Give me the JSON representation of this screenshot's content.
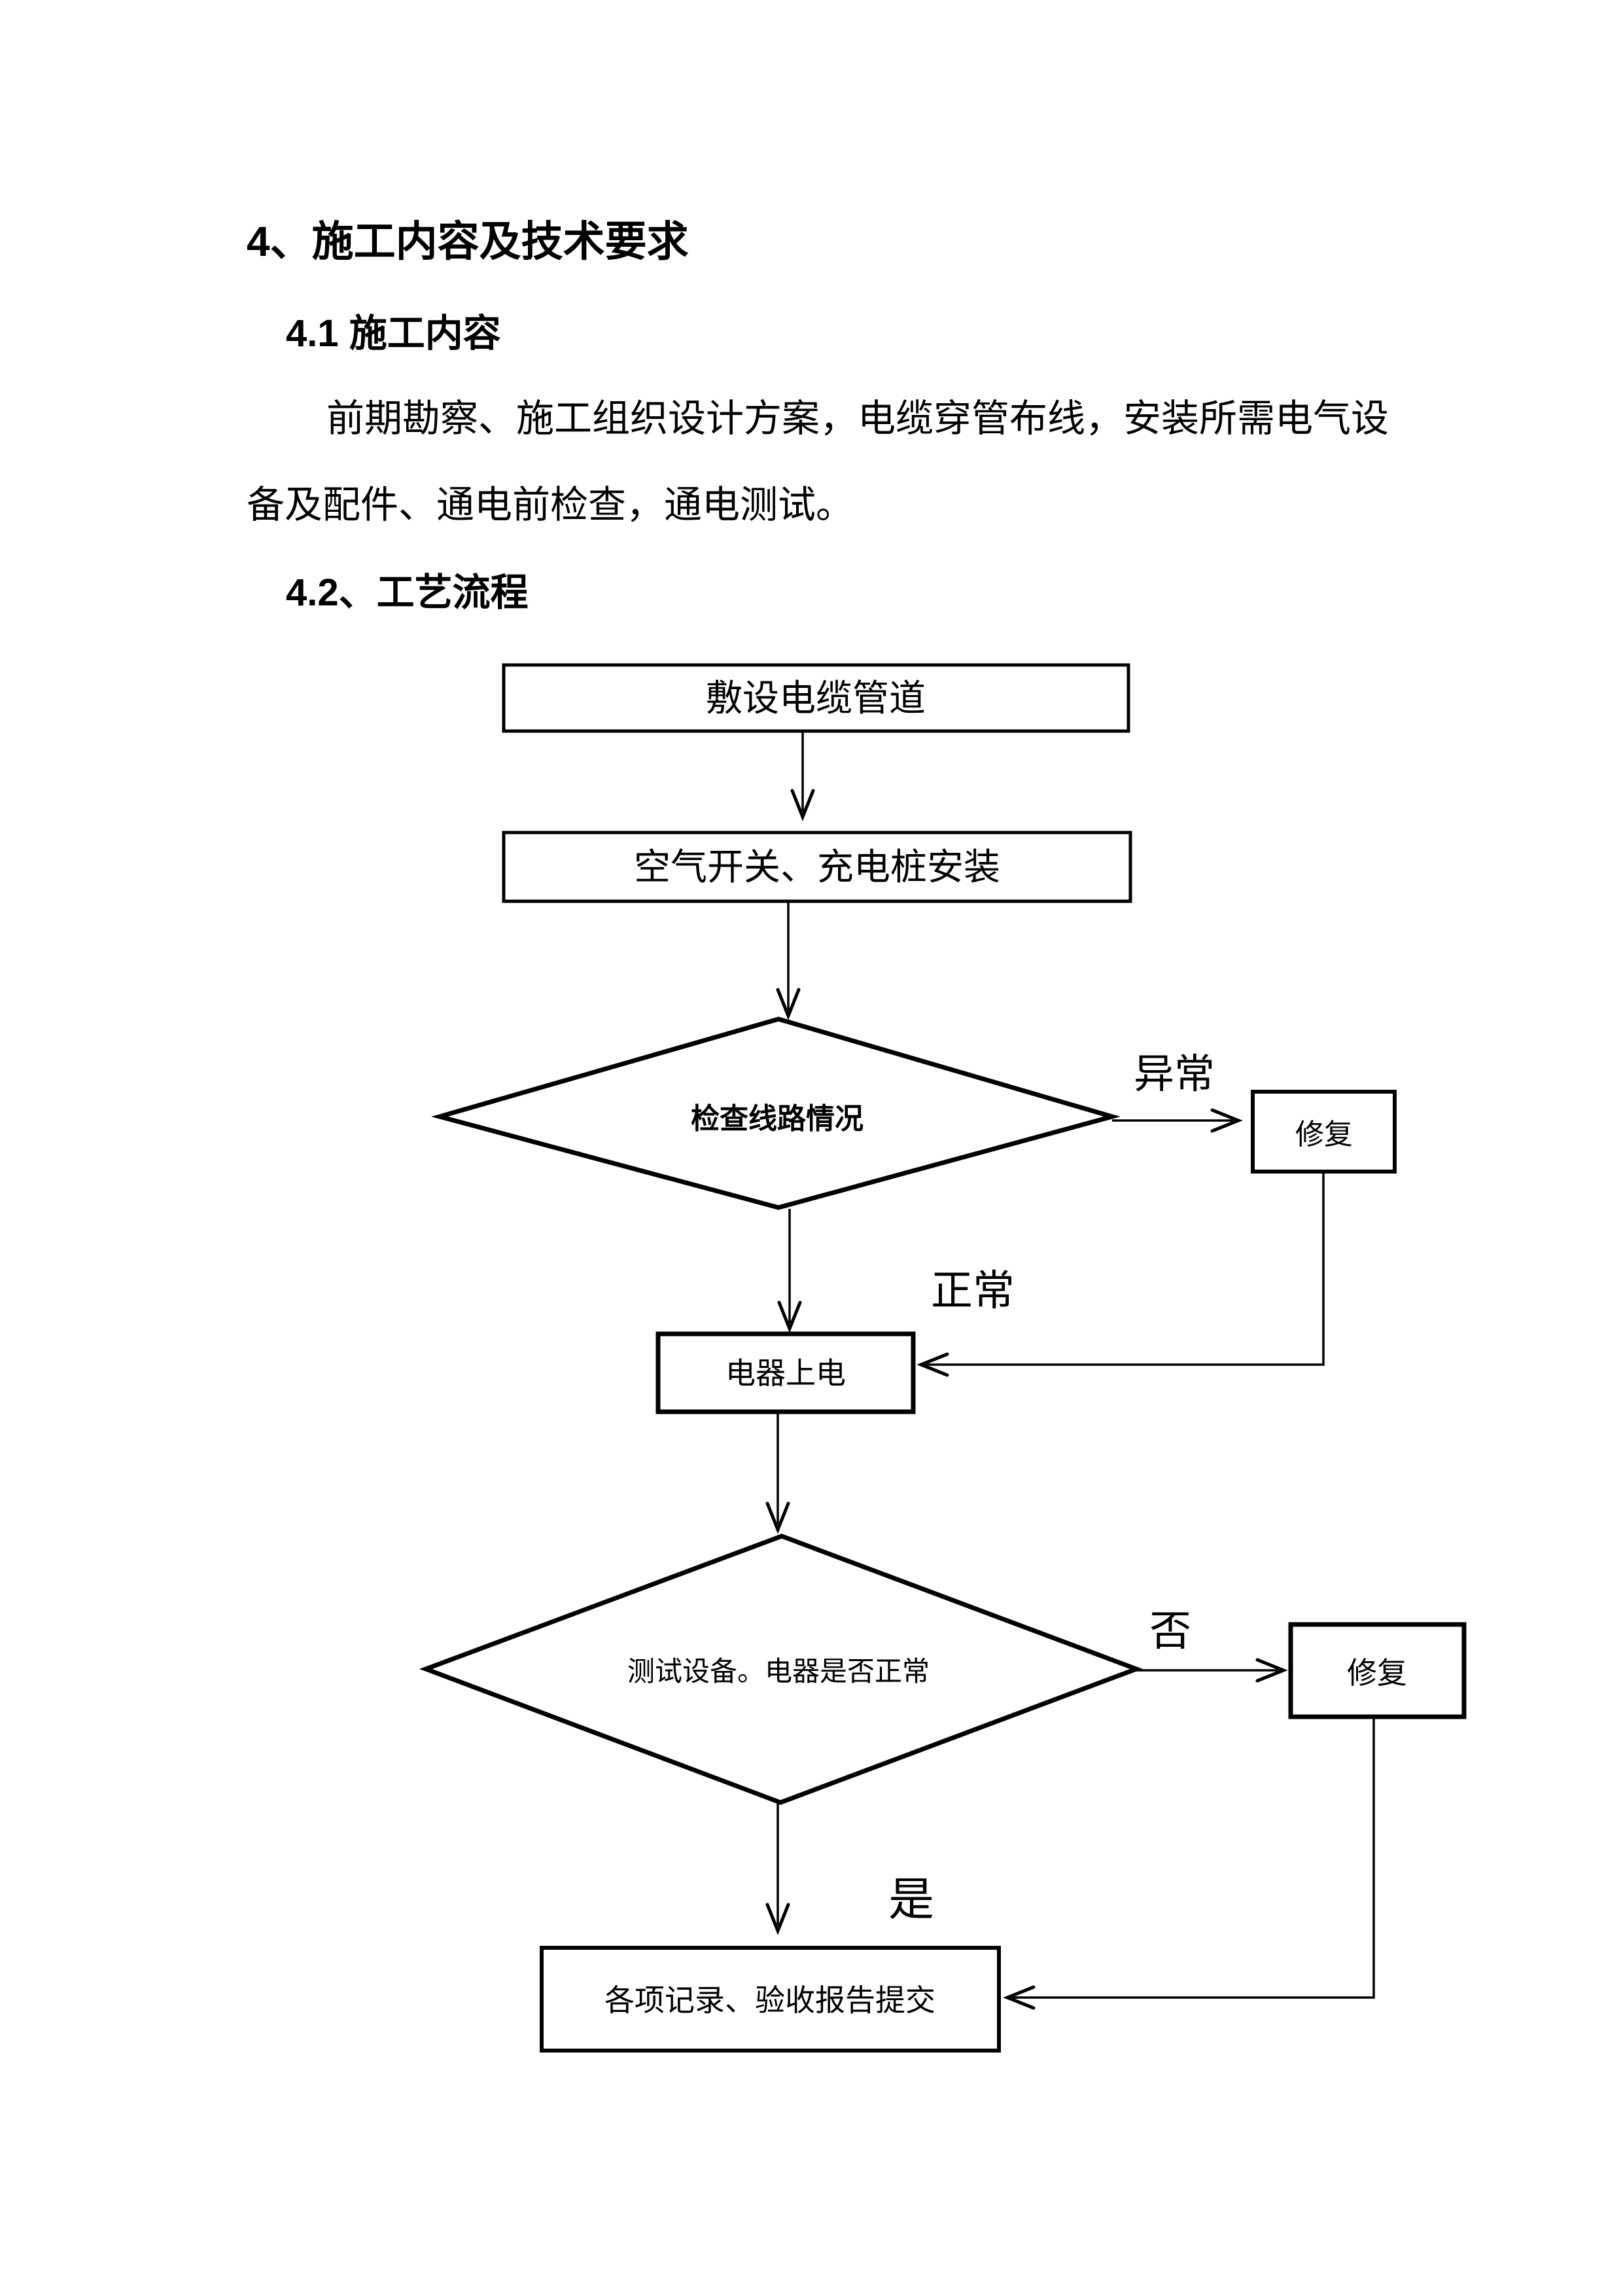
{
  "document": {
    "heading1": "4、施工内容及技术要求",
    "heading2": "4.1 施工内容",
    "paragraph_line1": "前期勘察、施工组织设计方案，电缆穿管布线，安装所需电气设",
    "paragraph_line2": "备及配件、通电前检查，通电测试。",
    "heading3": "4.2、工艺流程"
  },
  "flowchart": {
    "colors": {
      "stroke": "#000000",
      "fill": "#ffffff"
    },
    "nodes": {
      "lay_cable": {
        "type": "process",
        "label": "敷设电缆管道"
      },
      "install": {
        "type": "process",
        "label": "空气开关、充电桩安装"
      },
      "check_line": {
        "type": "decision",
        "label": "检查线路情况"
      },
      "repair1": {
        "type": "process",
        "label": "修复"
      },
      "power_on": {
        "type": "process",
        "label": "电器上电"
      },
      "test": {
        "type": "decision",
        "label": "测试设备。电器是否正常"
      },
      "repair2": {
        "type": "process",
        "label": "修复"
      },
      "submit": {
        "type": "process",
        "label": "各项记录、验收报告提交"
      }
    },
    "edge_labels": {
      "abnormal": "异常",
      "normal": "正常",
      "no": "否",
      "yes": "是"
    }
  }
}
